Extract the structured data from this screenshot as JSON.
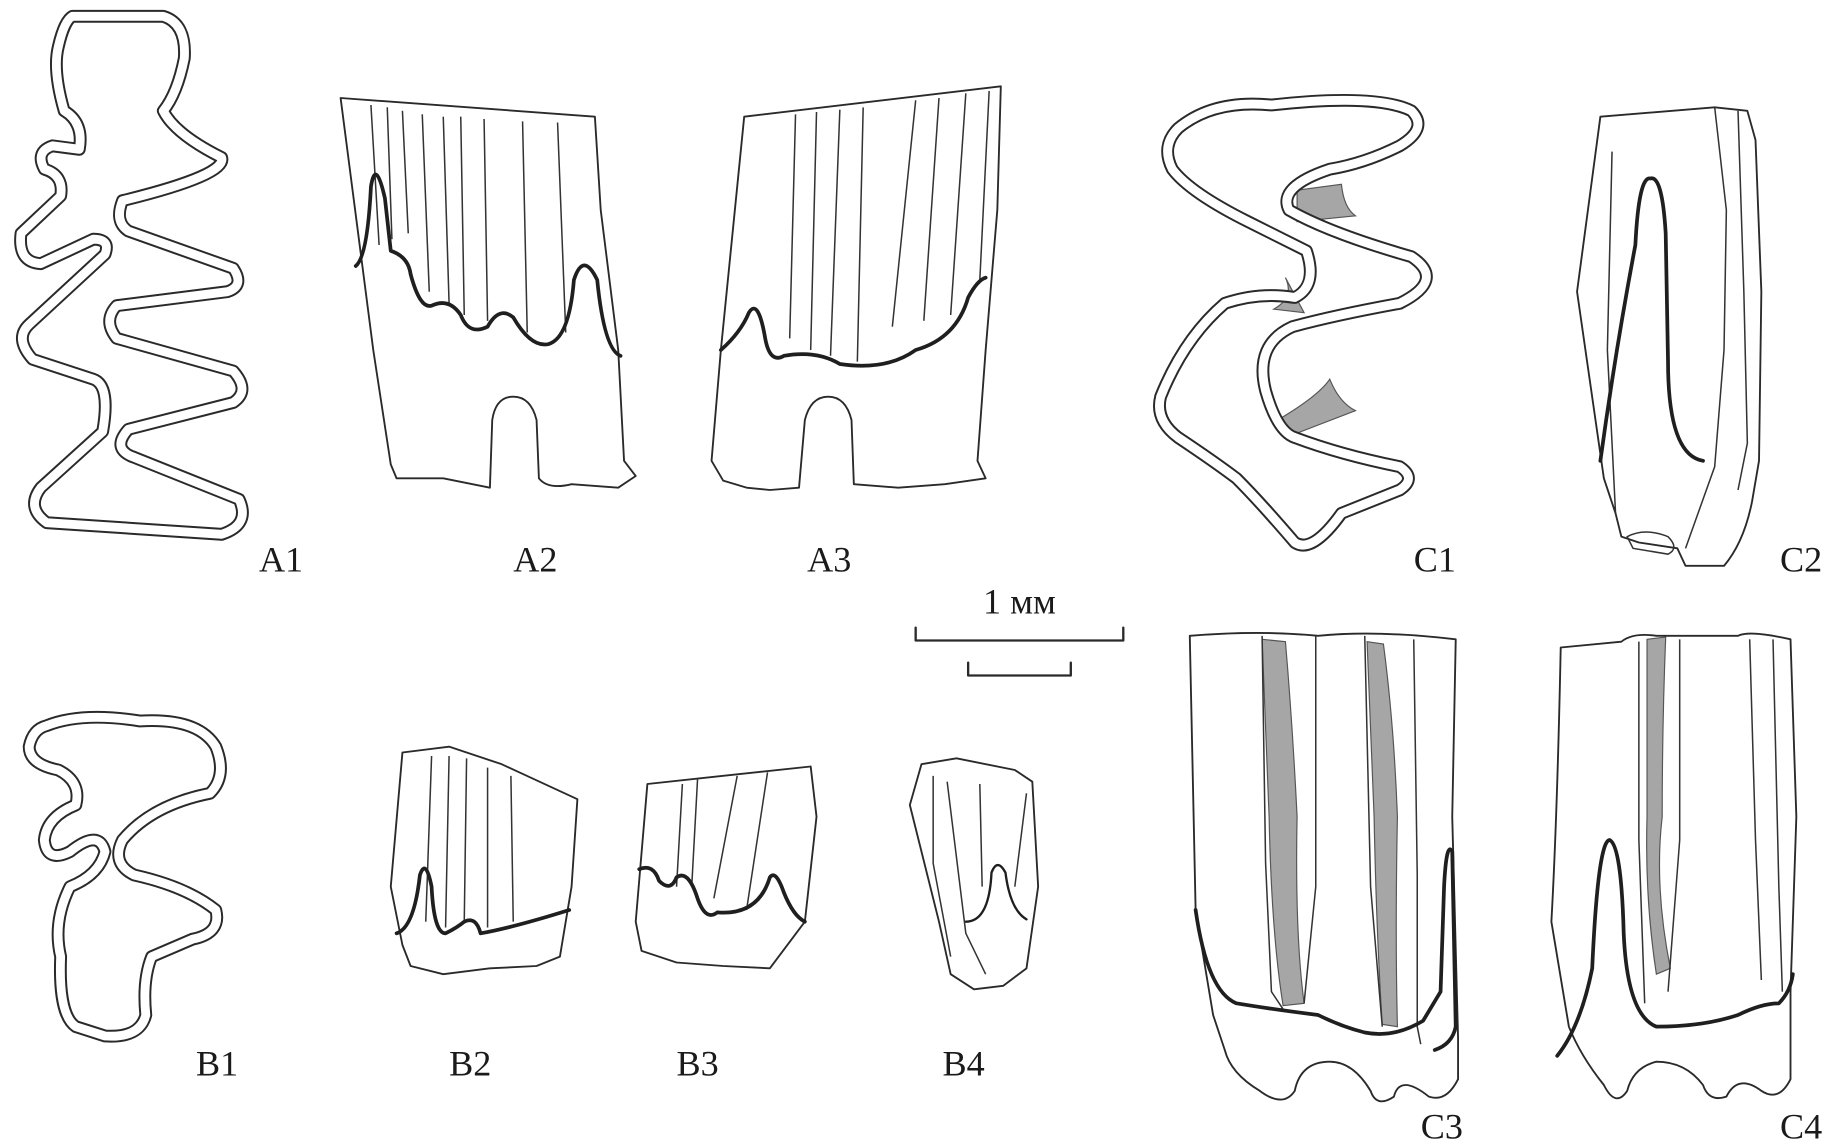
{
  "figure": {
    "labels": {
      "a1": "A1",
      "a2": "A2",
      "a3": "A3",
      "b1": "B1",
      "b2": "B2",
      "b3": "B3",
      "b4": "B4",
      "c1": "C1",
      "c2": "C2",
      "c3": "C3",
      "c4": "C4"
    },
    "scale_bar": {
      "label": "1 мм"
    },
    "colors": {
      "line": "#2a2a2a",
      "shading": "#a6a6a6",
      "background": "#ffffff"
    }
  }
}
